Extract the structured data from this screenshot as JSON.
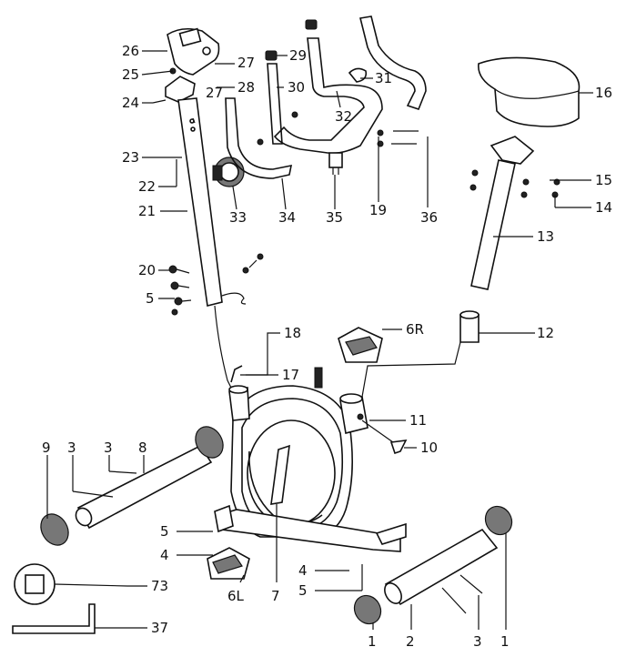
{
  "diagram": {
    "labels": {
      "p26": "26",
      "p25": "25",
      "p24": "24",
      "p27": "27",
      "p28": "28",
      "p29": "29",
      "p30": "30",
      "p31": "31",
      "p32": "32",
      "p16": "16",
      "p23": "23",
      "p22": "22",
      "p21": "21",
      "p33": "33",
      "p34": "34",
      "p35": "35",
      "p19": "19",
      "p36": "36",
      "p15": "15",
      "p14": "14",
      "p13": "13",
      "p20": "20",
      "p5a": "5",
      "p12": "12",
      "p18": "18",
      "p6r": "6R",
      "p17": "17",
      "p11": "11",
      "p10": "10",
      "p9": "9",
      "p3a": "3",
      "p3b": "3",
      "p8": "8",
      "p5b": "5",
      "p4a": "4",
      "p6l": "6L",
      "p7": "7",
      "p4b": "4",
      "p5c": "5",
      "p73": "73",
      "p37": "37",
      "p1a": "1",
      "p2": "2",
      "p3c": "3",
      "p1b": "1"
    }
  }
}
